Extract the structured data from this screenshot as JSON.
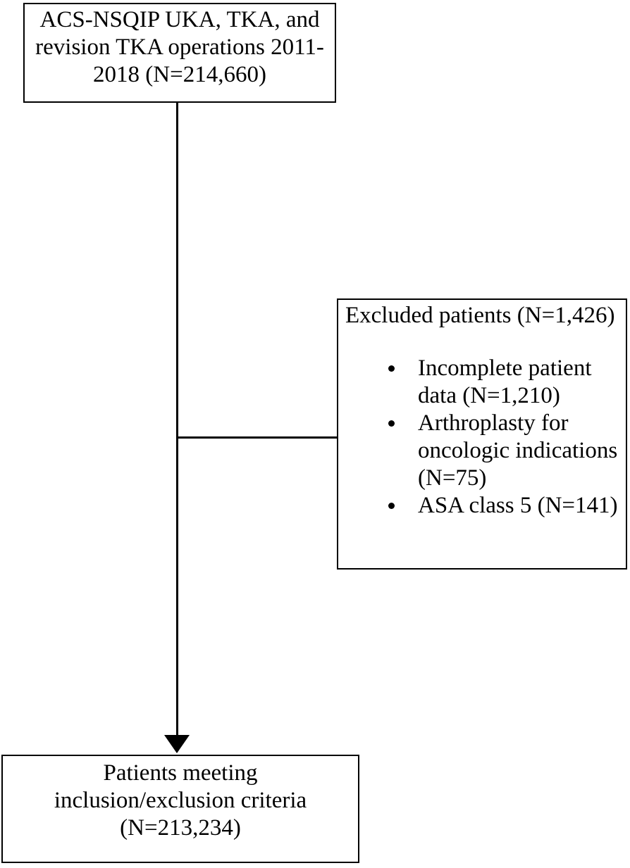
{
  "diagram": {
    "type": "patient-flowchart",
    "colors": {
      "background": "#ffffff",
      "ink": "#000000"
    },
    "icons": {
      "bullet": "filled-circle",
      "arrow": "solid-down-triangle"
    },
    "nodes": {
      "source": {
        "lines": [
          "ACS-NSQIP UKA, TKA, and",
          "revision TKA operations 2011-",
          "2018 (N=214,660)"
        ],
        "n": "214,660"
      },
      "excluded": {
        "header": "Excluded patients (N=1,426)",
        "n": "1,426",
        "items": [
          {
            "lines": [
              "Incomplete patient",
              "data (N=1,210)"
            ],
            "n": "1,210"
          },
          {
            "lines": [
              "Arthroplasty for",
              "oncologic indications",
              "(N=75)"
            ],
            "n": "75"
          },
          {
            "lines": [
              "ASA class 5 (N=141)"
            ],
            "n": "141"
          }
        ]
      },
      "included": {
        "lines": [
          "Patients meeting",
          "inclusion/exclusion criteria",
          "(N=213,234)"
        ],
        "n": "213,234"
      }
    }
  }
}
